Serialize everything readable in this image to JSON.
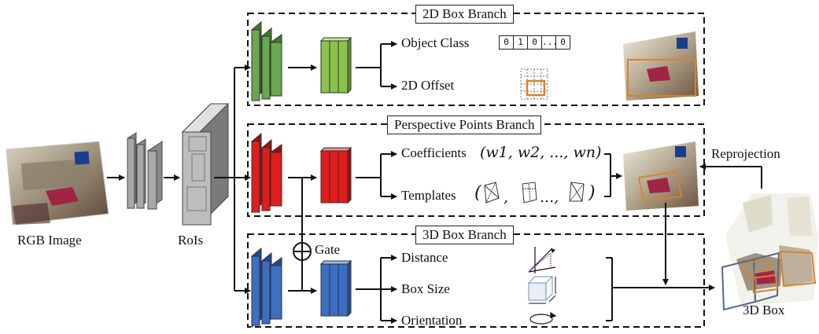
{
  "inputs": {
    "rgb_label": "RGB Image",
    "rois_label": "RoIs"
  },
  "branches": {
    "box2d": {
      "title": "2D Box Branch",
      "outputs": [
        "Object Class",
        "2D Offset"
      ],
      "onehot": [
        "0",
        "1",
        "0",
        "...",
        "0"
      ]
    },
    "perspective": {
      "title": "Perspective Points Branch",
      "coefficients_label": "Coefficients",
      "coefficients_math": "(w1, w2, ..., wn)",
      "templates_label": "Templates",
      "templates_math_open": "(",
      "templates_math_sep": ",",
      "templates_math_ellipsis": "...,",
      "templates_math_close": ")"
    },
    "box3d": {
      "title": "3D Box Branch",
      "outputs": [
        "Distance",
        "Box Size",
        "Orientation"
      ],
      "gate_label": "Gate"
    }
  },
  "reprojection_label": "Reprojection",
  "output_label": "3D Box",
  "colors": {
    "green": "#6aa84f",
    "green_light": "#8bc34a",
    "red": "#e31b1b",
    "blue": "#3b6fc4",
    "gray": "#9a9a9a",
    "bbox": "#d9822b",
    "dark_bbox": "#556b8a"
  }
}
